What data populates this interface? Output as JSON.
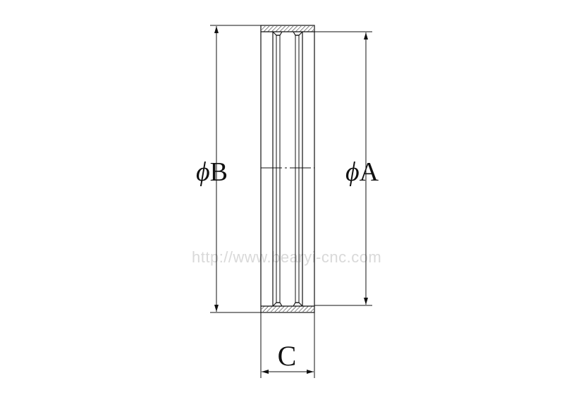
{
  "labels": {
    "dim_b_symbol": "ϕ",
    "dim_b_letter": "B",
    "dim_a_symbol": "ϕ",
    "dim_a_letter": "A",
    "dim_c_letter": "C"
  },
  "watermark": "http://www.bearyi-cnc.com",
  "colors": {
    "line": "#111111",
    "watermark": "#d9d9d9"
  }
}
